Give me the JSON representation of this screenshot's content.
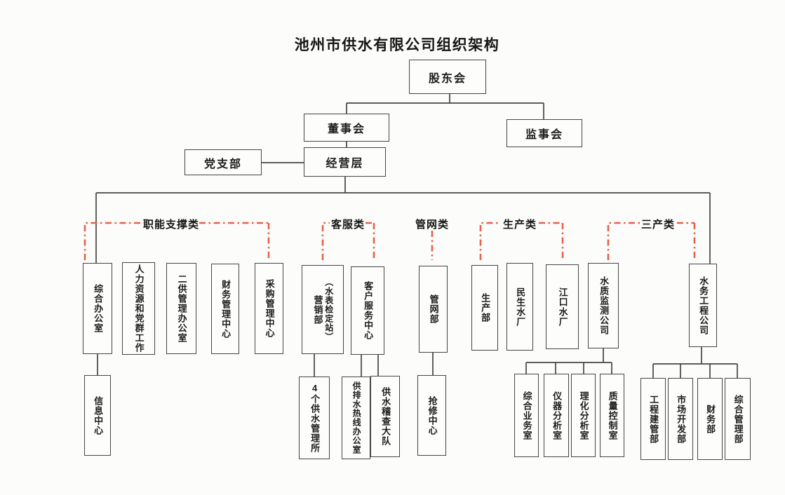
{
  "title": "池州市供水有限公司组织架构",
  "colors": {
    "paper": "#fcfcfa",
    "line": "#454545",
    "bracket_red": "#e8614a",
    "text": "#1c1c1c"
  },
  "governance": {
    "shareholders": "股东会",
    "board": "董事会",
    "supervisory_board": "监事会",
    "party_branch": "党支部",
    "management": "经营层"
  },
  "groups": [
    {
      "label": "职能支撑类",
      "departments": [
        {
          "label": "综合办公室",
          "children": [
            "信息中心"
          ]
        },
        {
          "label": "人力资源和党群工作"
        },
        {
          "label": "二供管理办公室"
        },
        {
          "label": "财务管理中心"
        },
        {
          "label": "采购管理中心"
        }
      ]
    },
    {
      "label": "客服类",
      "departments": [
        {
          "label": "营销部",
          "sublabel": "（水表检定站）",
          "children": [
            "4个供水管理所"
          ]
        },
        {
          "label": "客户服务中心",
          "children": [
            "供排水热线办公室",
            "供水稽查大队"
          ]
        }
      ]
    },
    {
      "label": "管网类",
      "departments": [
        {
          "label": "管网部",
          "children": [
            "抢修中心"
          ]
        }
      ]
    },
    {
      "label": "生产类",
      "departments": [
        {
          "label": "生产部"
        },
        {
          "label": "民生水厂"
        },
        {
          "label": "江口水厂"
        }
      ]
    },
    {
      "label": "三产类",
      "departments": [
        {
          "label": "水质监测公司",
          "children": [
            "综合业务室",
            "仪器分析室",
            "理化分析室",
            "质量控制室"
          ]
        },
        {
          "label": "水务工程公司",
          "children": [
            "工程建管部",
            "市场开发部",
            "财务部",
            "综合管理部"
          ]
        }
      ]
    }
  ]
}
